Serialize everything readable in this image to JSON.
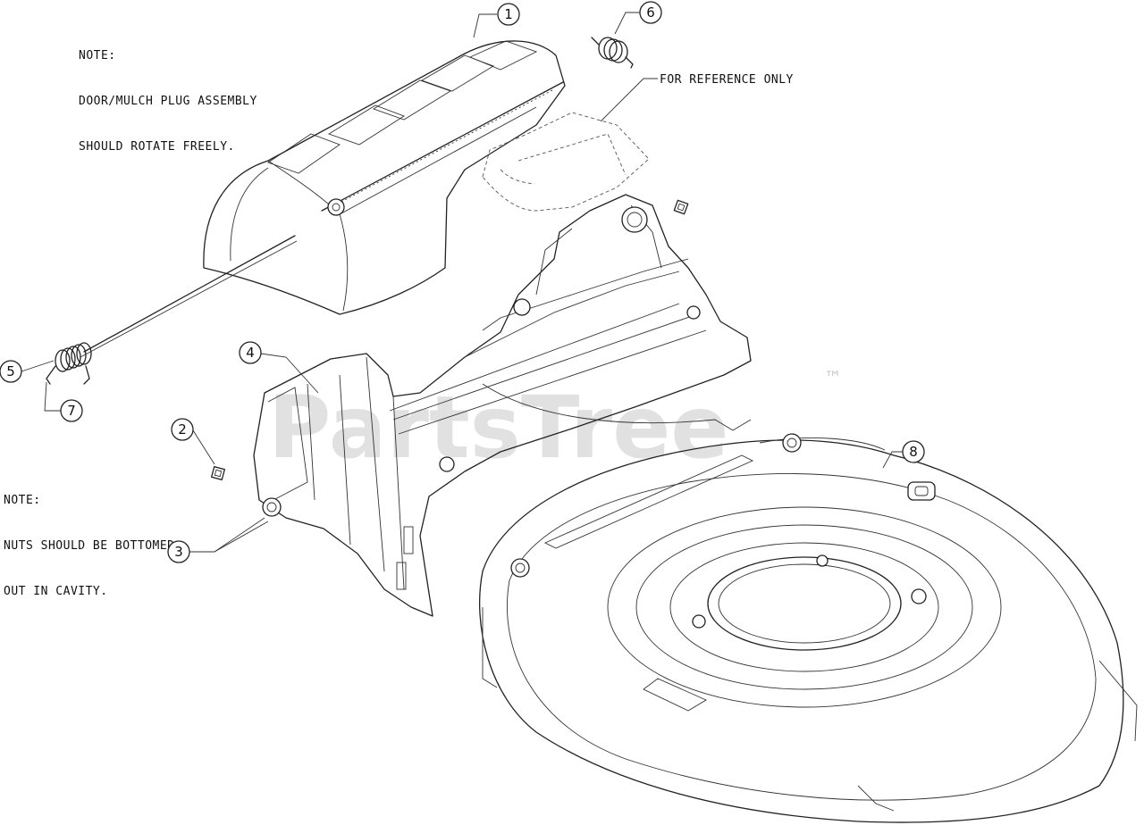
{
  "notes": {
    "door_note": [
      "NOTE:",
      "DOOR/MULCH PLUG ASSEMBLY",
      "SHOULD ROTATE FREELY."
    ],
    "nuts_note": [
      "NOTE:",
      "NUTS SHOULD BE BOTTOMED",
      "OUT IN CAVITY."
    ]
  },
  "reference_label": "FOR REFERENCE ONLY",
  "callouts": [
    "1",
    "2",
    "3",
    "4",
    "5",
    "6",
    "7",
    "8"
  ],
  "watermark": {
    "text": "PartsTree",
    "trademark": "™"
  }
}
